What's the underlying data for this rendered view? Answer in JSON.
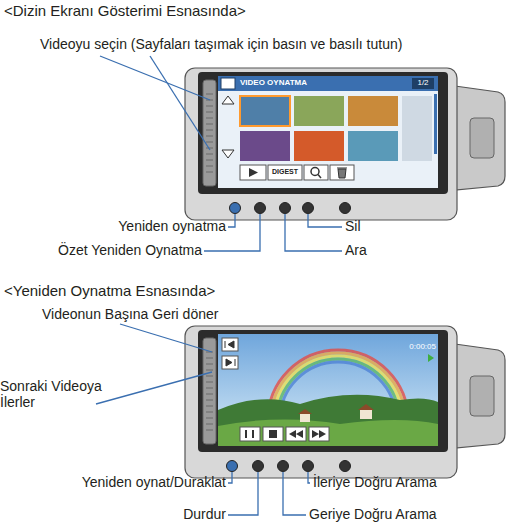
{
  "diagram": {
    "labels": [
      "<Dizin Ekranı Gösterimi Esnasında>",
      "Videoyu seçin (Sayfaları taşımak için basın ve basılı tutun)",
      "VIDEO OYNATMA",
      "1/2",
      "DIGEST",
      "Yeniden oynatma",
      "Özet Yeniden Oynatma",
      "Sil",
      "Ara",
      "<Yeniden Oynatma Esnasında>",
      "Videonun Başına Geri döner",
      "0:00:05",
      "Sonraki Videoya İlerler",
      "Yeniden oynat/Duraklat",
      "Durdur",
      "İleriye Doğru Arama",
      "Geriye Doğru Arama"
    ]
  }
}
